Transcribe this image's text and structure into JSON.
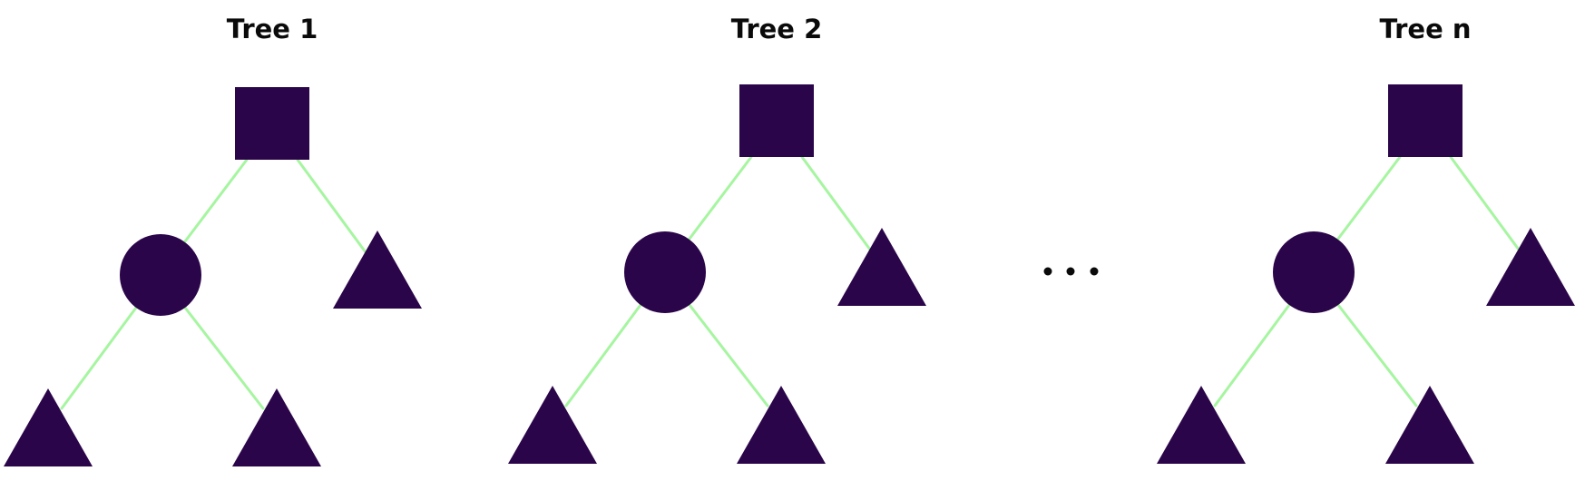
{
  "trees": [
    {
      "title": "Tree 1"
    },
    {
      "title": "Tree 2"
    },
    {
      "title": "Tree n"
    }
  ],
  "ellipsis": "...",
  "colors": {
    "node_fill": "#2b0549",
    "edge_stroke": "#a6f5a0",
    "text": "#0a0a0a",
    "background": "#ffffff"
  },
  "node_shapes": {
    "root": "square",
    "internal": "circle",
    "leaf": "triangle"
  }
}
